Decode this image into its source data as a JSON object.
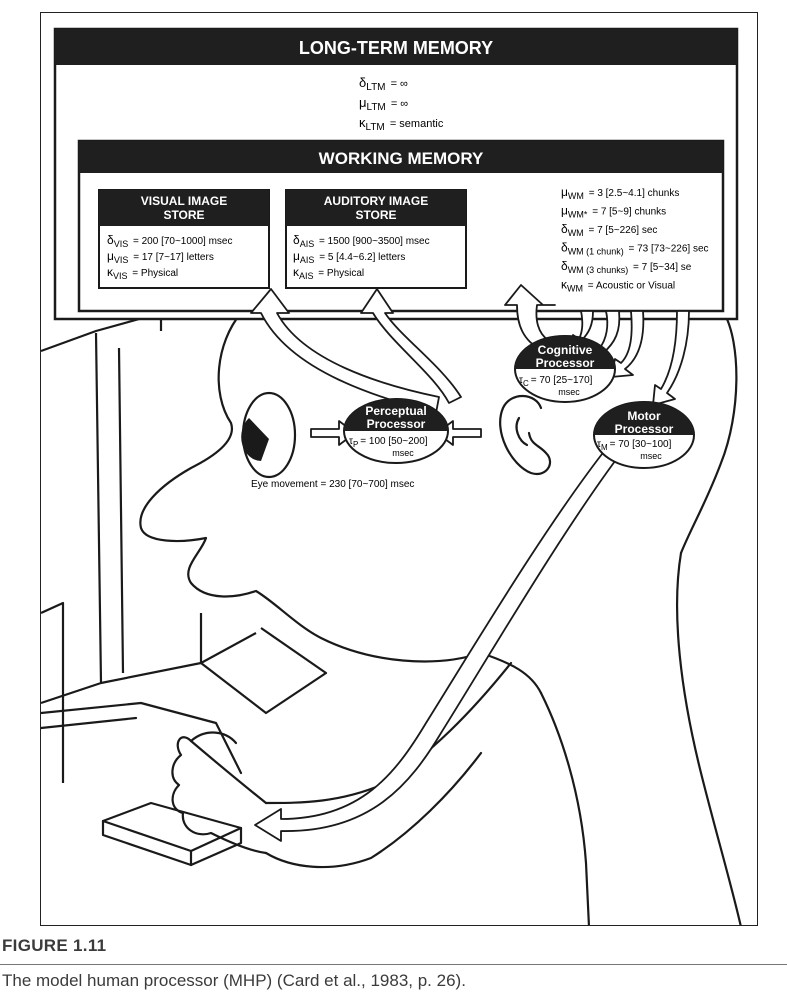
{
  "ltm": {
    "title": "LONG-TERM MEMORY",
    "params": [
      {
        "sym": "δ",
        "sub": "LTM",
        "val": "= ∞"
      },
      {
        "sym": "μ",
        "sub": "LTM",
        "val": "= ∞"
      },
      {
        "sym": "κ",
        "sub": "LTM",
        "val": "= semantic"
      }
    ]
  },
  "wm": {
    "title": "WORKING MEMORY",
    "params": [
      {
        "sym": "μ",
        "sub": "WM",
        "val": "=   3  [2.5~4.1]  chunks"
      },
      {
        "sym": "μ",
        "sub": "WM*",
        "val": "=   7  [5~9]  chunks"
      },
      {
        "sym": "δ",
        "sub": "WM",
        "val": "=   7  [5~226]  sec"
      },
      {
        "sym": "δ",
        "sub": "WM (1 chunk)",
        "val": "= 73  [73~226]  sec"
      },
      {
        "sym": "δ",
        "sub": "WM (3 chunks)",
        "val": "=   7  [5~34]  se"
      },
      {
        "sym": "κ",
        "sub": "WM",
        "val": "= Acoustic or Visual"
      }
    ]
  },
  "vis": {
    "title_line1": "VISUAL IMAGE",
    "title_line2": "STORE",
    "params": [
      {
        "sym": "δ",
        "sub": "VIS",
        "val": "= 200 [70~1000]  msec"
      },
      {
        "sym": "μ",
        "sub": "VIS",
        "val": "= 17  [7~17]  letters"
      },
      {
        "sym": "κ",
        "sub": "VIS",
        "val": "= Physical"
      }
    ]
  },
  "ais": {
    "title_line1": "AUDITORY IMAGE",
    "title_line2": "STORE",
    "params": [
      {
        "sym": "δ",
        "sub": "AIS",
        "val": "= 1500  [900~3500]  msec"
      },
      {
        "sym": "μ",
        "sub": "AIS",
        "val": "= 5  [4.4~6.2]  letters"
      },
      {
        "sym": "κ",
        "sub": "AIS",
        "val": "= Physical"
      }
    ]
  },
  "perceptual": {
    "line1": "Perceptual",
    "line2": "Processor",
    "sym": "τ",
    "sub": "P",
    "val": "= 100 [50~200]",
    "unit": "msec"
  },
  "cognitive": {
    "line1": "Cognitive",
    "line2": "Processor",
    "sym": "τ",
    "sub": "C",
    "val": "= 70  [25~170]",
    "unit": "msec"
  },
  "motor": {
    "line1": "Motor",
    "line2": "Processor",
    "sym": "τ",
    "sub": "M",
    "val": "= 70  [30~100]",
    "unit": "msec"
  },
  "eye_movement": "Eye movement  =  230  [70~700]  msec",
  "caption": {
    "figure_number": "FIGURE 1.11",
    "text": "The model human processor (MHP) (Card et al., 1983, p. 26)."
  }
}
